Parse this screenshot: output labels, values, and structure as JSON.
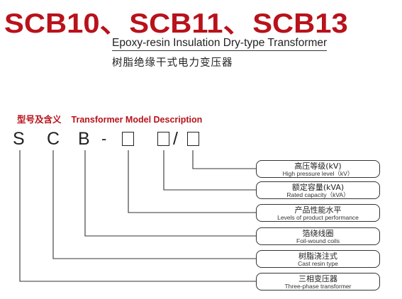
{
  "title": "SCB10、SCB11、SCB13",
  "subtitle_en": "Epoxy-resin Insulation Dry-type Transformer",
  "subtitle_cn": "树脂绝缘干式电力变压器",
  "section": {
    "heading_cn": "型号及含义",
    "heading_en": "Transformer Model Description"
  },
  "model": {
    "char1": "S",
    "char2": "C",
    "char3": "B",
    "dash": "-",
    "slash": "/"
  },
  "items": [
    {
      "cn": "高压等级(kV)",
      "en": "High pressure level（kV）"
    },
    {
      "cn": "额定容量(kVA)",
      "en": "Rated capacity（kVA）"
    },
    {
      "cn": "产品性能水平",
      "en": "Levels of product performance"
    },
    {
      "cn": "箔绕线圈",
      "en": "Foil-wound coils"
    },
    {
      "cn": "树脂浇注式",
      "en": "Cast resin type"
    },
    {
      "cn": "三相变压器",
      "en": "Three-phase transformer"
    }
  ],
  "colors": {
    "accent": "#b8121b",
    "text": "#222222",
    "line": "#333333"
  }
}
